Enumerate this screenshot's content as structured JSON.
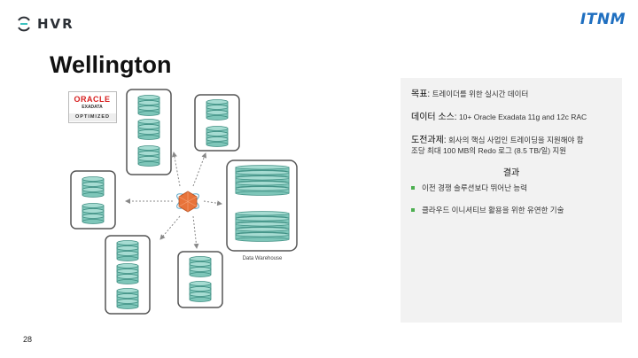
{
  "logos": {
    "left": "HVR",
    "right": "ITNM"
  },
  "slide": {
    "title": "Wellington",
    "page_number": "28"
  },
  "oracle_badge": {
    "line1": "ORACLE",
    "line2": "EXADATA",
    "line3": "OPTIMIZED"
  },
  "diagram": {
    "warehouse_label": "Data Warehouse"
  },
  "panel": {
    "goal_label": "목표:",
    "goal_text": "트레이더를 위한 실시간 데이터",
    "source_label": "데이터 소스:",
    "source_text": "10+ Oracle Exadata 11g and 12c RAC",
    "challenge_label": "도전과제:",
    "challenge_text_1": "회사의 핵심 사업인 트레이딩을 지원해야 함",
    "challenge_text_2": "조당 최대 100 MB의 Redo 로그 (8.5 TB/일) 지원",
    "results_heading": "결과",
    "results": [
      "이전 경쟁 솔루션보다 뛰어난 능력",
      "클라우드 이니셔티브 활용을 위한 유연한 기술"
    ]
  },
  "colors": {
    "db_fill": "#7ec6b9",
    "db_stroke": "#3f8f83",
    "hub_orange": "#e8733a",
    "accent_green": "#4caf50",
    "itnm_blue": "#1f6fc0"
  }
}
